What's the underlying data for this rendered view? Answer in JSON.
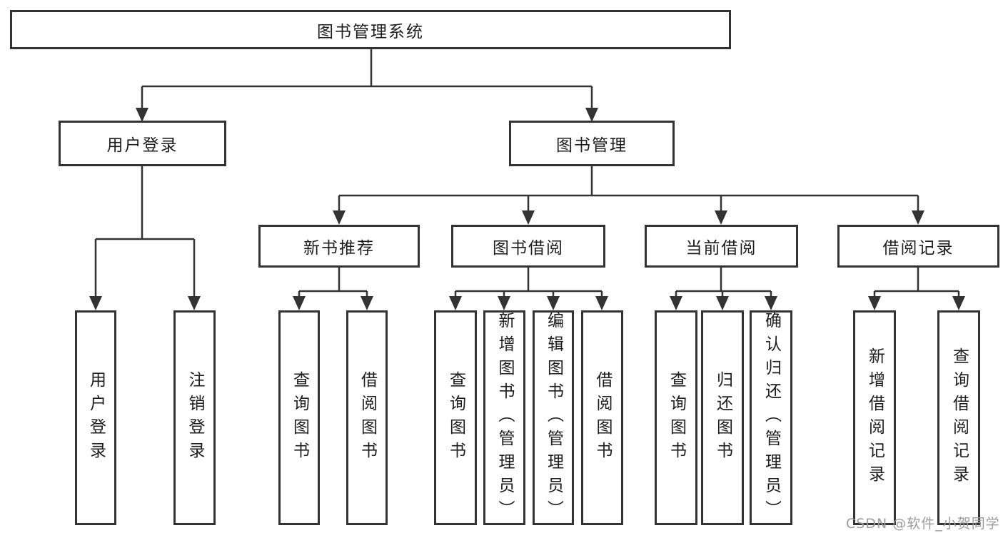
{
  "tree": {
    "root": "图书管理系统",
    "children": [
      {
        "label": "用户登录",
        "children": [
          "用户登录",
          "注销登录"
        ]
      },
      {
        "label": "图书管理",
        "children": [
          {
            "label": "新书推荐",
            "children": [
              "查询图书",
              "借阅图书"
            ]
          },
          {
            "label": "图书借阅",
            "children": [
              "查询图书",
              "新增图书（管理员）",
              "编辑图书（管理员）",
              "借阅图书"
            ]
          },
          {
            "label": "当前借阅",
            "children": [
              "查询图书",
              "归还图书",
              "确认归还（管理员）"
            ]
          },
          {
            "label": "借阅记录",
            "children": [
              "新增借阅记录",
              "查询借阅记录"
            ]
          }
        ]
      }
    ]
  },
  "watermark": {
    "text": "CSDN @软件_小贺同学"
  },
  "colors": {
    "line": "#333333",
    "box_border": "#333333",
    "text": "#1d1d1d",
    "watermark": "#9b9b9b",
    "background": "#ffffff"
  }
}
